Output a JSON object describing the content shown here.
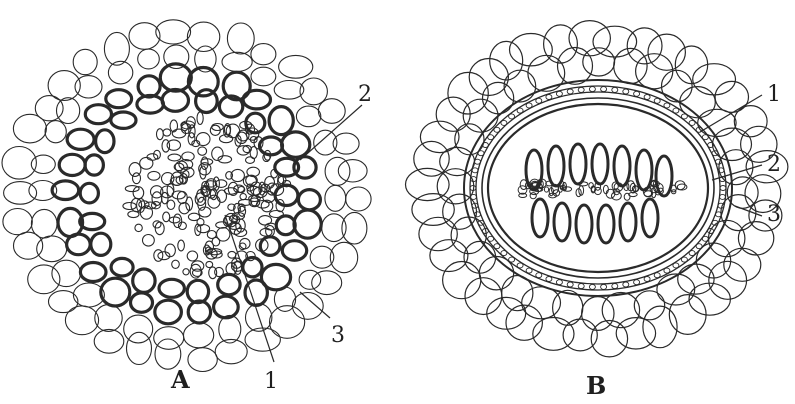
{
  "panels": [
    {
      "caption": "A",
      "labels": {
        "one": "1",
        "two": "2",
        "three": "3"
      }
    },
    {
      "caption": "B",
      "labels": {
        "one": "1",
        "two": "2",
        "three": "3"
      }
    }
  ],
  "colors": {
    "ink": "#2a2a2a",
    "paper": "#ffffff",
    "shade": "#d9d9d9"
  }
}
